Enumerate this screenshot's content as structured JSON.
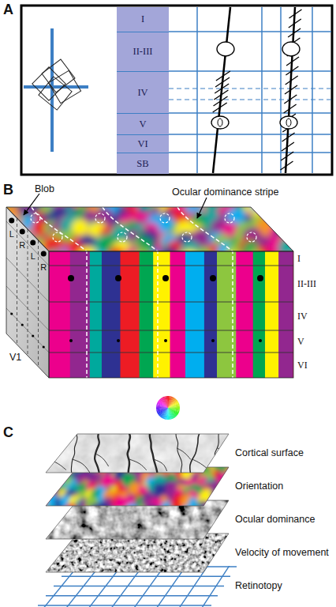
{
  "diagram": {
    "nodes": [
      {
        "text": [
          "I"
        ]
      },
      {
        "text": [
          "II-III"
        ]
      },
      {
        "text": [
          "IV"
        ]
      },
      {
        "text": [
          "V"
        ]
      },
      {
        "text": [
          "VI"
        ]
      },
      {
        "text": [
          "SB"
        ]
      },
      {
        "text": [
          "Cortical surface"
        ]
      },
      {
        "text": [
          "Orientation"
        ]
      },
      {
        "text": [
          "Ocular dominance"
        ]
      },
      {
        "text": [
          "Velocity of movement"
        ]
      },
      {
        "text": [
          "Retinotopy"
        ]
      }
    ],
    "labels": [
      "A",
      "B",
      "Blob",
      "Ocular dominance stripe",
      "L",
      "R",
      "L",
      "R",
      "V1",
      "I",
      "II-III",
      "IV",
      "V",
      "VI",
      "C"
    ]
  }
}
